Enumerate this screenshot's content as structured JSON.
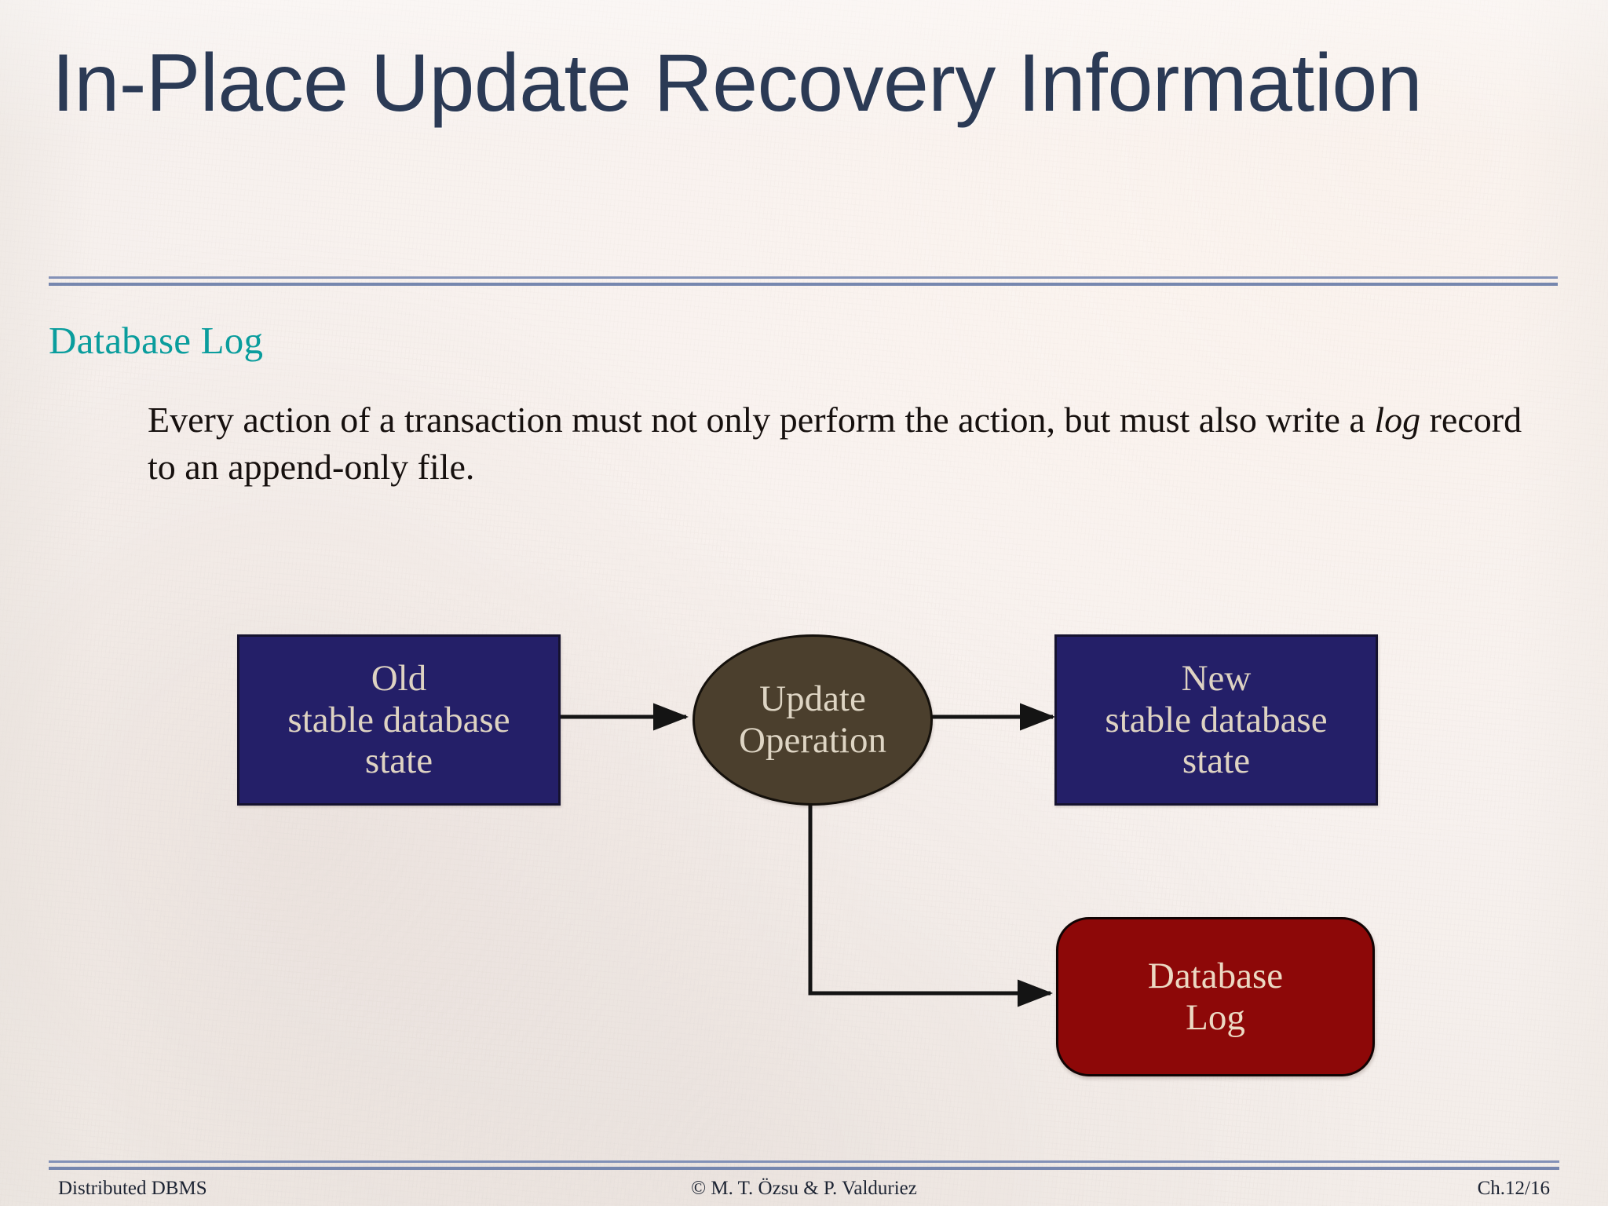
{
  "slide": {
    "title": "In-Place Update Recovery Information",
    "section_heading": "Database Log",
    "body_text_before": "Every action of a transaction must not only perform the action, but must also write a ",
    "body_text_emphasis": "log",
    "body_text_after": " record to an append-only file.",
    "body_text_full": "Every action of a transaction must not only perform the action, but must also write a log record to an append-only file."
  },
  "diagram": {
    "type": "flowchart",
    "nodes": [
      {
        "id": "old-state",
        "label": "Old\nstable database\nstate",
        "shape": "rectangle",
        "fill": "#241f68",
        "text_color": "#ded3c2"
      },
      {
        "id": "update-op",
        "label": "Update\nOperation",
        "shape": "ellipse",
        "fill": "#4b3f2d",
        "text_color": "#ded5c4"
      },
      {
        "id": "new-state",
        "label": "New\nstable database\nstate",
        "shape": "rectangle",
        "fill": "#241f68",
        "text_color": "#ded3c2"
      },
      {
        "id": "database-log",
        "label": "Database\nLog",
        "shape": "rounded-rectangle",
        "fill": "#8d0808",
        "text_color": "#ecd9c3"
      }
    ],
    "edges": [
      {
        "from": "old-state",
        "to": "update-op",
        "style": "straight-arrow"
      },
      {
        "from": "update-op",
        "to": "new-state",
        "style": "straight-arrow"
      },
      {
        "from": "update-op",
        "to": "database-log",
        "style": "elbow-arrow"
      }
    ],
    "edge_color": "#141414"
  },
  "footer": {
    "left": "Distributed DBMS",
    "center": "© M. T. Özsu & P. Valduriez",
    "right": "Ch.12/16"
  },
  "colors": {
    "background": "#f5efeb",
    "title": "#2b3a55",
    "section_heading": "#0a9d9d",
    "rule": "#7c8cb4",
    "body_text": "#16100e",
    "footer_text": "#1d2433",
    "node_blue": "#241f68",
    "node_brown": "#4b3f2d",
    "node_red": "#8d0808",
    "node_text_cream": "#ded3c2"
  }
}
